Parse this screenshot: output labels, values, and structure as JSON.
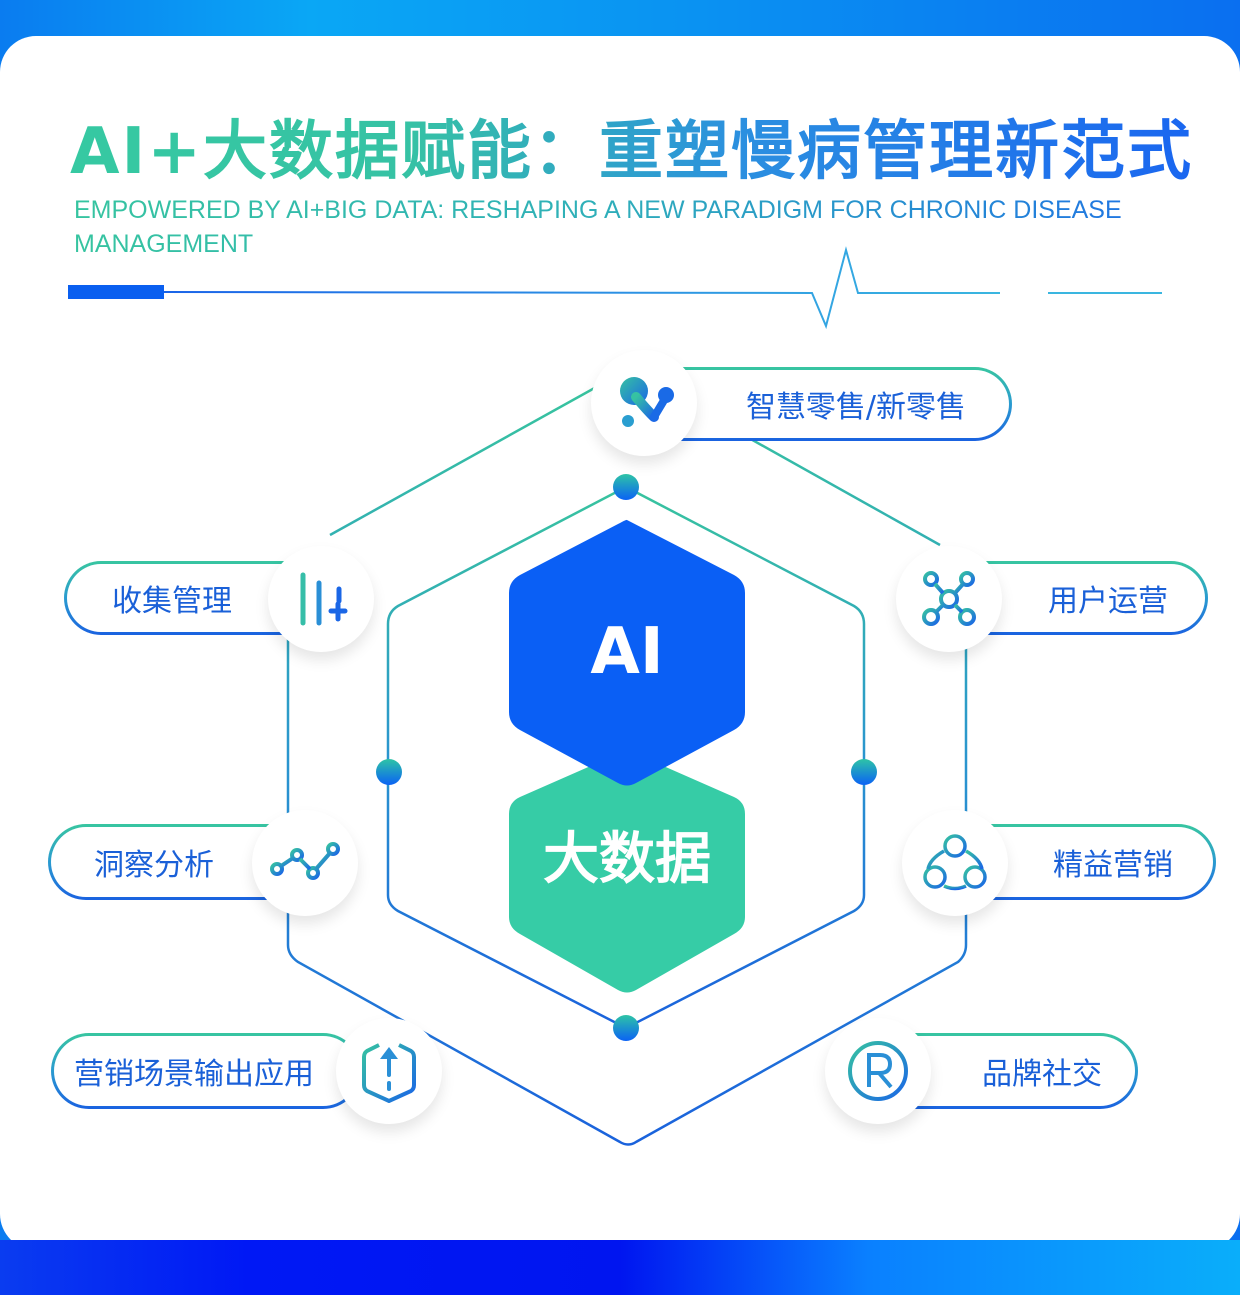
{
  "header": {
    "title": "AI+大数据赋能：重塑慢病管理新范式",
    "subtitle": "EMPOWERED BY AI+BIG DATA: RESHAPING A NEW PARADIGM FOR CHRONIC DISEASE MANAGEMENT"
  },
  "center": {
    "top_hex_label": "AI",
    "bottom_hex_label": "大数据"
  },
  "nodes": [
    {
      "label": "智慧零售/新零售",
      "icon": "molecule-icon"
    },
    {
      "label": "收集管理",
      "icon": "bars-plus-icon"
    },
    {
      "label": "用户运营",
      "icon": "network-hub-icon"
    },
    {
      "label": "洞察分析",
      "icon": "line-chart-icon"
    },
    {
      "label": "精益营销",
      "icon": "three-circles-icon"
    },
    {
      "label": "营销场景输出应用",
      "icon": "hex-upload-icon"
    },
    {
      "label": "品牌社交",
      "icon": "registered-icon"
    }
  ],
  "colors": {
    "blue": "#0a5ff5",
    "green": "#36cca6",
    "line_blue": "#1a64d8",
    "line_green": "#38c49e"
  }
}
